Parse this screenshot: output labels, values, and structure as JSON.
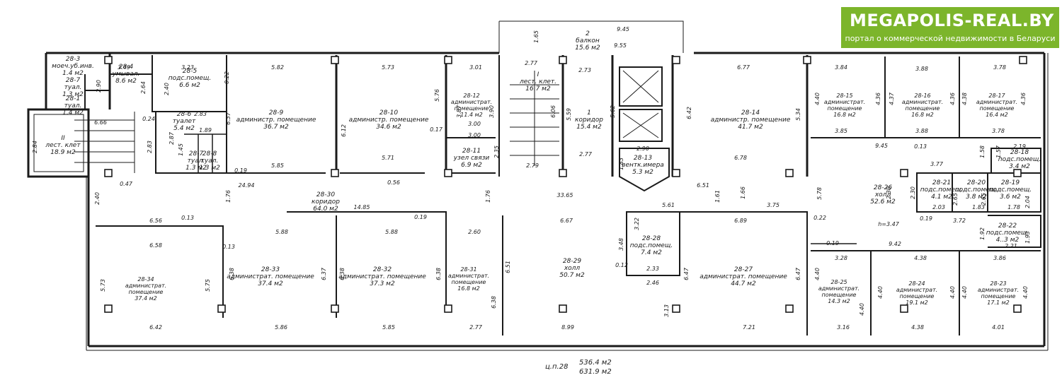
{
  "brand": {
    "name": "MEGAPOLIS-REAL.BY",
    "tagline": "портал о коммерческой недвижимости в Беларуси",
    "color": "#7cb52b"
  },
  "summary": {
    "code": "ц.п.28",
    "area_net": "536.4 м2",
    "area_total": "631.9 м2"
  },
  "rooms": [
    {
      "id": "28-3",
      "name": "моеч.уб.инв.",
      "area": "1.4 м2"
    },
    {
      "id": "28-4",
      "name": "умывал.",
      "area": "8.6 м2"
    },
    {
      "id": "28-7",
      "name": "туал.",
      "area": "1.3 м2"
    },
    {
      "id": "28-1",
      "name": "туал.",
      "area": "1.4 м2"
    },
    {
      "id": "28-5",
      "name": "подс.помещ.",
      "area": "6.6 м2"
    },
    {
      "id": "28-6",
      "name": "туалет",
      "area": "5.4 м2"
    },
    {
      "id": "28-7",
      "name": "туал.",
      "area": "1.3 м2"
    },
    {
      "id": "28-8",
      "name": "туал.",
      "area": "1.3 м2"
    },
    {
      "id": "II",
      "name": "лест. клет",
      "area": "18.9 м2"
    },
    {
      "id": "28-9",
      "name": "администр. помещение",
      "area": "36.7 м2"
    },
    {
      "id": "28-10",
      "name": "администр. помещение",
      "area": "34.6 м2"
    },
    {
      "id": "28-12",
      "name": "администрат. помещение",
      "area": "11.4 м2"
    },
    {
      "id": "28-11",
      "name": "узел связи",
      "area": "6.9 м2"
    },
    {
      "id": "I",
      "name": "лест. клет.",
      "area": "16.7 м2"
    },
    {
      "id": "2",
      "name": "балкон",
      "area": "15.6 м2"
    },
    {
      "id": "1",
      "name": "коридор",
      "area": "15.4 м2"
    },
    {
      "id": "28-13",
      "name": "вентк.имера",
      "area": "5.3 м2"
    },
    {
      "id": "28-14",
      "name": "администр. помещение",
      "area": "41.7 м2"
    },
    {
      "id": "28-15",
      "name": "администрат. помещение",
      "area": "16.8 м2"
    },
    {
      "id": "28-16",
      "name": "администрат. помещение",
      "area": "16.8 м2"
    },
    {
      "id": "28-17",
      "name": "администрат. помещение",
      "area": "16.4 м2"
    },
    {
      "id": "28-18",
      "name": "подс.помещ.",
      "area": "3.4 м2"
    },
    {
      "id": "28-30",
      "name": "коридор",
      "area": "64.0 м2"
    },
    {
      "id": "28-26",
      "name": "холл",
      "area": "52.6 м2"
    },
    {
      "id": "28-21",
      "name": "подс.помещ.",
      "area": "4.1 м2"
    },
    {
      "id": "28-20",
      "name": "подс.помещ.",
      "area": "3.8 м2"
    },
    {
      "id": "28-19",
      "name": "подс.помещ.",
      "area": "3.6 м2"
    },
    {
      "id": "28-22",
      "name": "подс.помещ.",
      "area": "4..3 м2"
    },
    {
      "id": "28-34",
      "name": "администрат. помещение",
      "area": "37.4 м2"
    },
    {
      "id": "28-33",
      "name": "администрат. помещение",
      "area": "37.4 м2"
    },
    {
      "id": "28-32",
      "name": "администрат. помещение",
      "area": "37.3 м2"
    },
    {
      "id": "28-31",
      "name": "администрат. помещение",
      "area": "16.8 м2"
    },
    {
      "id": "28-29",
      "name": "холл",
      "area": "50.7 м2"
    },
    {
      "id": "28-28",
      "name": "подс.помещ.",
      "area": "7.4 м2"
    },
    {
      "id": "28-27",
      "name": "администрат. помещение",
      "area": "44.7 м2"
    },
    {
      "id": "28-25",
      "name": "администрат. помещение",
      "area": "14.3 м2"
    },
    {
      "id": "28-24",
      "name": "администрат. помещение",
      "area": "19.1 м2"
    },
    {
      "id": "28-23",
      "name": "администрат. помещение",
      "area": "17.1 м2"
    }
  ],
  "dimensions": [
    "1.65",
    "9.45",
    "9.55",
    "3.49",
    "2.90",
    "2.64",
    "3.23",
    "2.40",
    "0.22",
    "5.82",
    "5.73",
    "3.01",
    "2.77",
    "2.73",
    "6.77",
    "3.84",
    "3.88",
    "3.78",
    "6.37",
    "6.12",
    "5.76",
    "3.87",
    "3.90",
    "6.06",
    "5.59",
    "5.62",
    "6.42",
    "5.34",
    "4.40",
    "4.36",
    "4.37",
    "4.36",
    "4.38",
    "4.36",
    "2.83",
    "0.24",
    "2.83",
    "1.89",
    "2.87",
    "1.45",
    "6.66",
    "2.84",
    "3.00",
    "3.00",
    "0.17",
    "2.35",
    "2.90",
    "1.83",
    "3.85",
    "3.88",
    "3.78",
    "9.45",
    "0.13",
    "1.58",
    "1.57",
    "2.19",
    "0.19",
    "5.85",
    "5.71",
    "0.56",
    "2.79",
    "2.77",
    "6.78",
    "3.77",
    "0.47",
    "2.40",
    "1.76",
    "24.94",
    "1.76",
    "33.65",
    "6.51",
    "1.61",
    "1.66",
    "5.78",
    "2.30",
    "2.30",
    "2.65",
    "2.65",
    "2.04",
    "2.03",
    "1.83",
    "1.78",
    "0.19",
    "3.72",
    "1.92",
    "2.21",
    "1.93",
    "14.85",
    "5.61",
    "3.75",
    "0.22",
    "h=3.47",
    "6.56",
    "0.13",
    "5.88",
    "5.88",
    "0.19",
    "2.60",
    "6.67",
    "3.22",
    "6.89",
    "6.58",
    "0.13",
    "3.48",
    "0.19",
    "9.42",
    "4.38",
    "3.28",
    "3.86",
    "5.73",
    "5.75",
    "6.38",
    "6.37",
    "6.38",
    "6.38",
    "6.51",
    "6.38",
    "0.12",
    "2.33",
    "2.46",
    "3.13",
    "6.47",
    "6.47",
    "4.40",
    "4.40",
    "4.40",
    "4.40",
    "4.40",
    "4.40",
    "6.42",
    "5.86",
    "5.85",
    "2.77",
    "8.99",
    "7.21",
    "3.16",
    "4.38",
    "4.01"
  ]
}
